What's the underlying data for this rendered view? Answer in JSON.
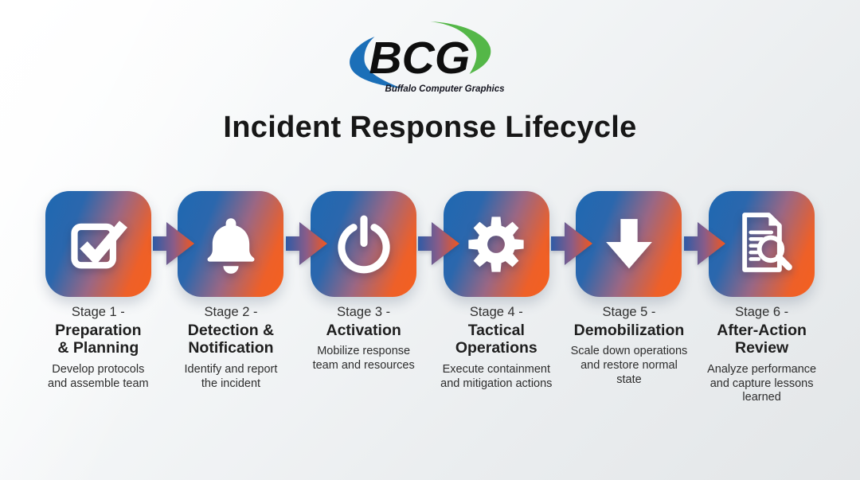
{
  "logo": {
    "text": "BCG",
    "tagline": "Buffalo Computer Graphics",
    "blue_swoosh_color": "#1b6fb8",
    "green_swoosh_color": "#54b748"
  },
  "title": "Incident Response Lifecycle",
  "stages": [
    {
      "icon": "checkbox-check-icon",
      "label": "Stage 1 -",
      "title": "Preparation\n& Planning",
      "description": "Develop protocols\nand assemble team"
    },
    {
      "icon": "bell-icon",
      "label": "Stage 2 -",
      "title": "Detection &\nNotification",
      "description": "Identify and report\nthe incident"
    },
    {
      "icon": "power-icon",
      "label": "Stage 3 -",
      "title": "Activation",
      "description": "Mobilize response\nteam and resources"
    },
    {
      "icon": "gear-icon",
      "label": "Stage 4 -",
      "title": "Tactical\nOperations",
      "description": "Execute containment\nand mitigation actions"
    },
    {
      "icon": "down-arrow-icon",
      "label": "Stage 5 -",
      "title": "Demobilization",
      "description": "Scale down operations\nand restore normal\nstate"
    },
    {
      "icon": "document-search-icon",
      "label": "Stage 6 -",
      "title": "After-Action\nReview",
      "description": "Analyze performance\nand capture lessons\nlearned"
    }
  ],
  "colors": {
    "box_gradient_blue": "#1e68b2",
    "box_gradient_orange": "#f4601f",
    "arrow_blue": "#2f5ba6",
    "arrow_orange": "#f2571d",
    "background": "#e9ecee",
    "title_color": "#171717"
  }
}
